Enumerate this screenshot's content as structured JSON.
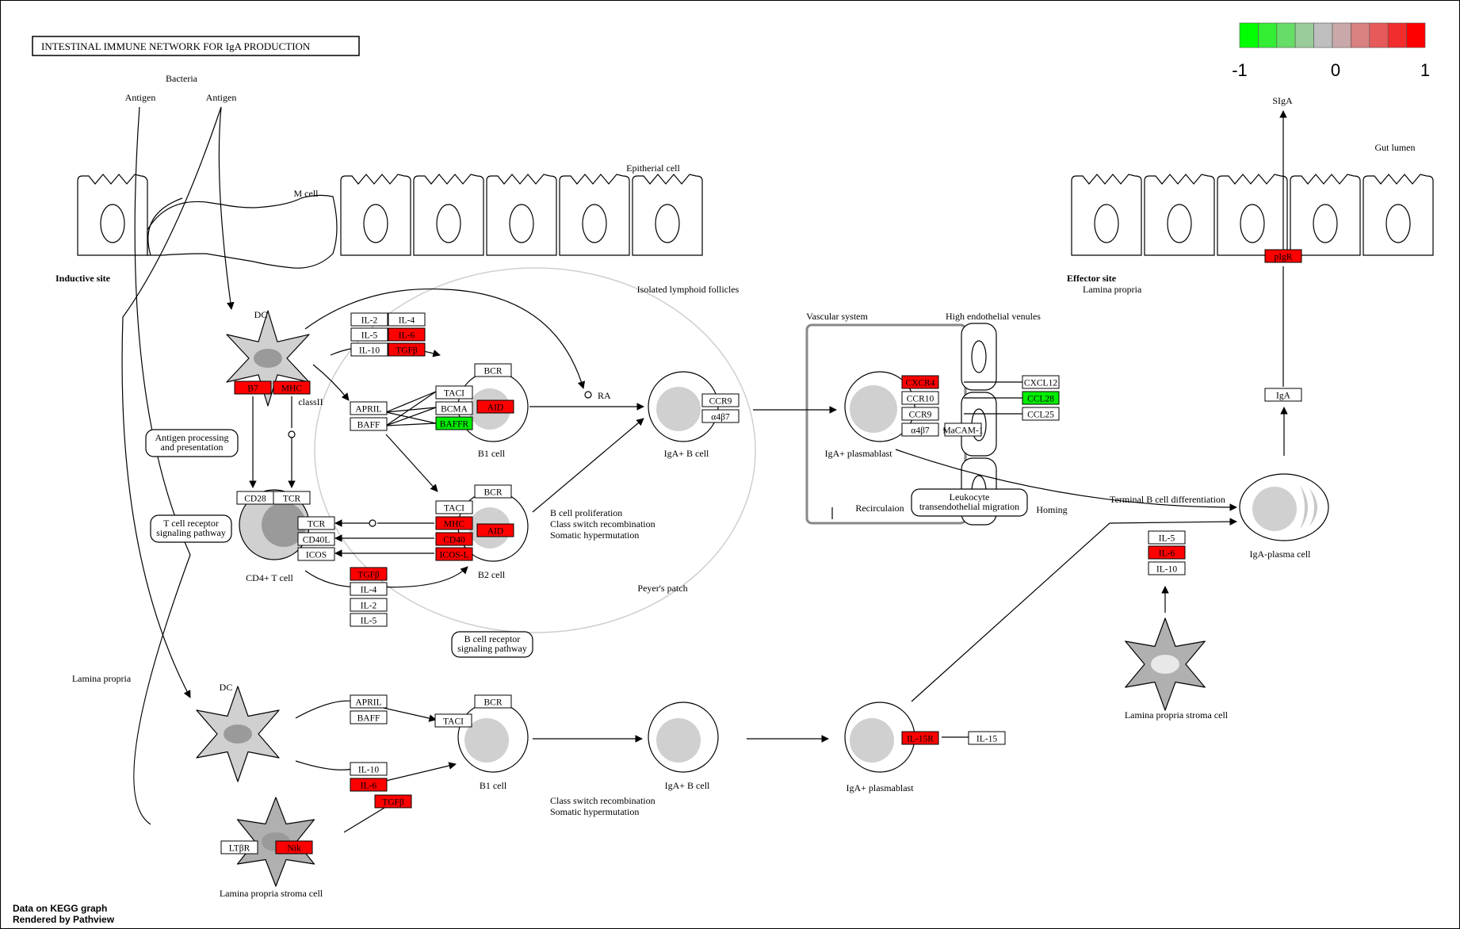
{
  "title": "INTESTINAL IMMUNE NETWORK FOR IgA PRODUCTION",
  "legend": {
    "min_label": "-1",
    "mid_label": "0",
    "max_label": "1",
    "colors": [
      "#00ff00",
      "#33ee33",
      "#66dd66",
      "#99cc99",
      "#bebebe",
      "#c8a8a8",
      "#d98080",
      "#e65a5a",
      "#f22d2d",
      "#ff0000"
    ]
  },
  "credits": {
    "line1": "Data on KEGG graph",
    "line2": "Rendered by Pathview"
  },
  "labels": {
    "bacteria": "Bacteria",
    "antigen": "Antigen",
    "m_cell": "M cell",
    "epithelial_cell": "Epitherial cell",
    "inductive_site": "Inductive site",
    "isolated_lymphoid_follicles": "Isolated lymphoid follicles",
    "dc": "DC",
    "class_ii": "classII",
    "antigen_processing_1": "Antigen processing",
    "antigen_processing_2": "and presentation",
    "tcr_pathway_1": "T cell receptor",
    "tcr_pathway_2": "signaling pathway",
    "cd4_t_cell": "CD4+ T cell",
    "b1_cell": "B1 cell",
    "b2_cell": "B2 cell",
    "ra": "RA",
    "iga_b_cell": "IgA+ B cell",
    "b_prolif_1": "B cell proliferation",
    "b_prolif_2": "Class switch recombination",
    "b_prolif_3": "Somatic hypermutation",
    "peyers_patch": "Peyer's patch",
    "bcr_pathway_1": "B cell receptor",
    "bcr_pathway_2": "signaling pathway",
    "vascular_system": "Vascular system",
    "high_endothelial_venules": "High endothelial venules",
    "iga_plasmablast": "IgA+ plasmablast",
    "recirculation": "Recirculaion",
    "leukocyte_1": "Leukocyte",
    "leukocyte_2": "transendothelial migration",
    "homing": "Homing",
    "terminal_diff": "Terminal B cell differentiation",
    "iga_plasma_cell": "IgA-plasma cell",
    "effector_site": "Effector site",
    "lamina_propria": "Lamina propria",
    "gut_lumen": "Gut lumen",
    "siga": "SIgA",
    "lp_stroma_cell": "Lamina propria stroma cell",
    "class_switch_1": "Class switch recombination",
    "class_switch_2": "Somatic hypermutation"
  },
  "genes": {
    "il2": "IL-2",
    "il4": "IL-4",
    "il5": "IL-5",
    "il6": "IL-6",
    "il10": "IL-10",
    "tgfb": "TGFβ",
    "b7": "B7",
    "mhc": "MHC",
    "april": "APRIL",
    "baff": "BAFF",
    "taci": "TACI",
    "bcma": "BCMA",
    "baffr": "BAFFR",
    "bcr": "BCR",
    "aid": "AID",
    "cd28": "CD28",
    "tcr": "TCR",
    "cd40l": "CD40L",
    "icos": "ICOS",
    "cd40": "CD40",
    "icosl": "ICOS-L",
    "ccr9": "CCR9",
    "a4b7": "α4β7",
    "cxcr4": "CXCR4",
    "ccr10": "CCR10",
    "cxcl12": "CXCL12",
    "ccl28": "CCL28",
    "ccl25": "CCL25",
    "madcam1": "MaCAM-1",
    "iga": "IgA",
    "pigr": "pIgR",
    "il15r": "IL-15R",
    "il15": "IL-15",
    "ltbr": "LTβR",
    "nik": "Nik",
    "tgfb_e": "TGFβ"
  }
}
